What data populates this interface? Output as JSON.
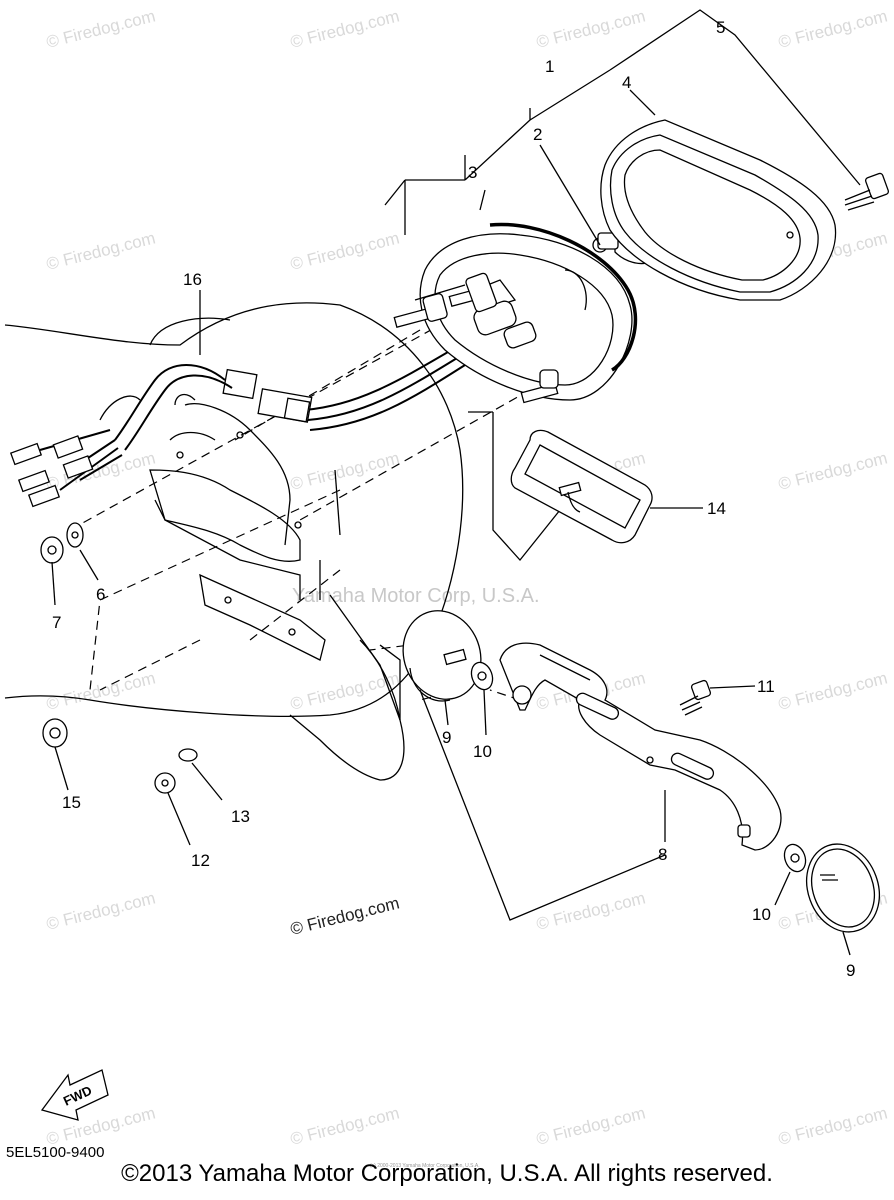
{
  "diagram": {
    "callouts": {
      "c1": "1",
      "c2": "2",
      "c3": "3",
      "c4": "4",
      "c5": "5",
      "c6": "6",
      "c7": "7",
      "c8": "8",
      "c9a": "9",
      "c9b": "9",
      "c10a": "10",
      "c10b": "10",
      "c11": "11",
      "c12": "12",
      "c13": "13",
      "c14": "14",
      "c15": "15",
      "c16": "16"
    },
    "watermark": "© Firedog.com",
    "center_watermark": "Yamaha Motor Corp, U.S.A.",
    "fwd_label": "FWD",
    "diagram_code": "5EL5100-9400",
    "tiny_copyright": "(c) 2000-2013 Yamaha Motor Corporation, U.S.A."
  },
  "footer": {
    "copyright": "©2013 Yamaha Motor Corporation, U.S.A. All rights reserved."
  }
}
